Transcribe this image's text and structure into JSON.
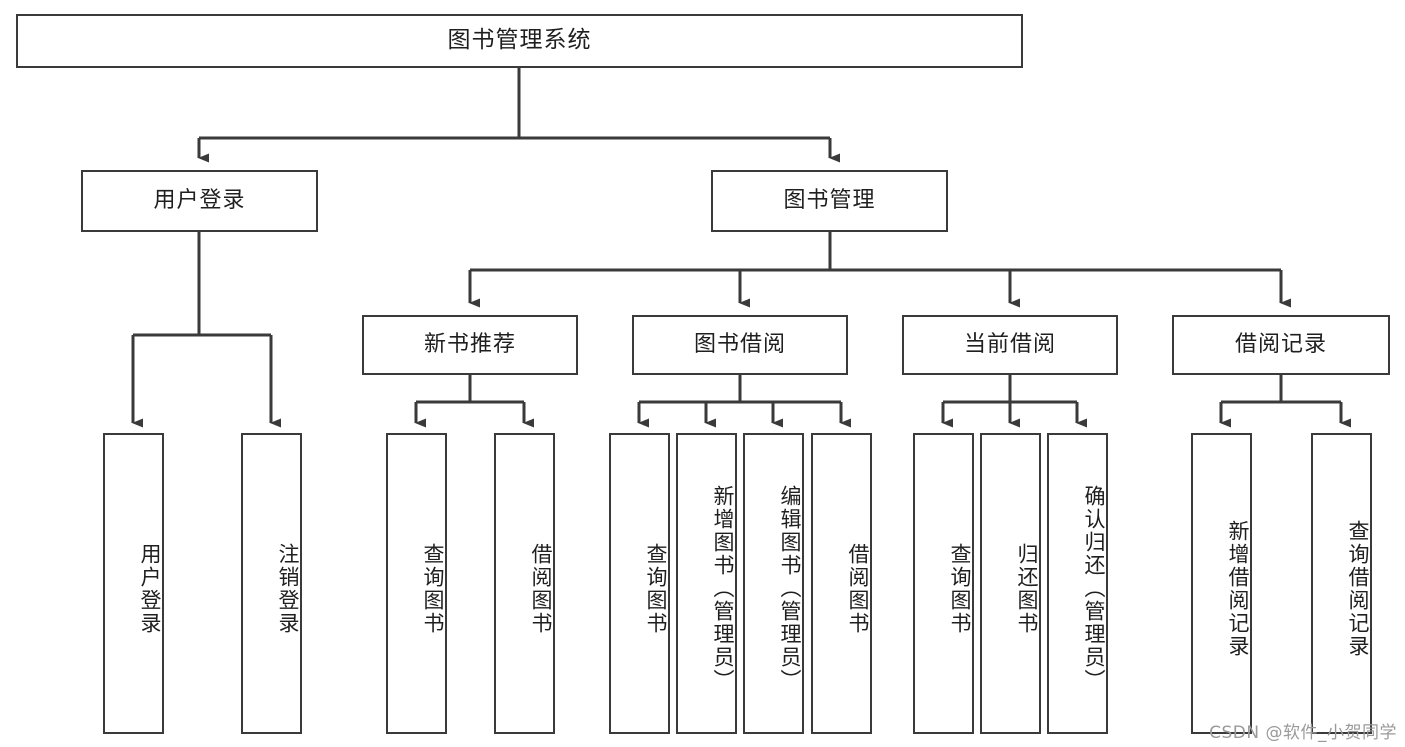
{
  "diagram": {
    "title": "图书管理系统",
    "type": "tree-hierarchy-chart",
    "root": {
      "id": "root",
      "label": "图书管理系统"
    },
    "level2": [
      {
        "id": "user-login",
        "label": "用户登录"
      },
      {
        "id": "book-manage",
        "label": "图书管理"
      }
    ],
    "level3": [
      {
        "id": "new-book-rec",
        "label": "新书推荐"
      },
      {
        "id": "book-borrow",
        "label": "图书借阅"
      },
      {
        "id": "current-borrow",
        "label": "当前借阅"
      },
      {
        "id": "borrow-record",
        "label": "借阅记录"
      }
    ],
    "leaves_user_login": [
      {
        "id": "leaf-user-login",
        "label": "用户登录"
      },
      {
        "id": "leaf-logout",
        "label": "注销登录"
      }
    ],
    "leaves_new_book_rec": [
      {
        "id": "leaf-query-book-1",
        "label": "查询图书"
      },
      {
        "id": "leaf-borrow-book-1",
        "label": "借阅图书"
      }
    ],
    "leaves_book_borrow": [
      {
        "id": "leaf-query-book-2",
        "label": "查询图书"
      },
      {
        "id": "leaf-add-book",
        "label": "新增图书（管理员）"
      },
      {
        "id": "leaf-edit-book",
        "label": "编辑图书（管理员）"
      },
      {
        "id": "leaf-borrow-book-2",
        "label": "借阅图书"
      }
    ],
    "leaves_current_borrow": [
      {
        "id": "leaf-query-book-3",
        "label": "查询图书"
      },
      {
        "id": "leaf-return-book",
        "label": "归还图书"
      },
      {
        "id": "leaf-confirm-return",
        "label": "确认归还（管理员）"
      }
    ],
    "leaves_borrow_record": [
      {
        "id": "leaf-add-record",
        "label": "新增借阅记录"
      },
      {
        "id": "leaf-query-record",
        "label": "查询借阅记录"
      }
    ],
    "colors": {
      "background": "#ffffff",
      "box_border": "#3a3a3a",
      "box_fill": "#ffffff",
      "connector": "#3a3a3a",
      "text": "#1f1f1f",
      "watermark": "#9a9a9a"
    }
  },
  "watermark": {
    "text": "CSDN @软件_小贺同学"
  }
}
